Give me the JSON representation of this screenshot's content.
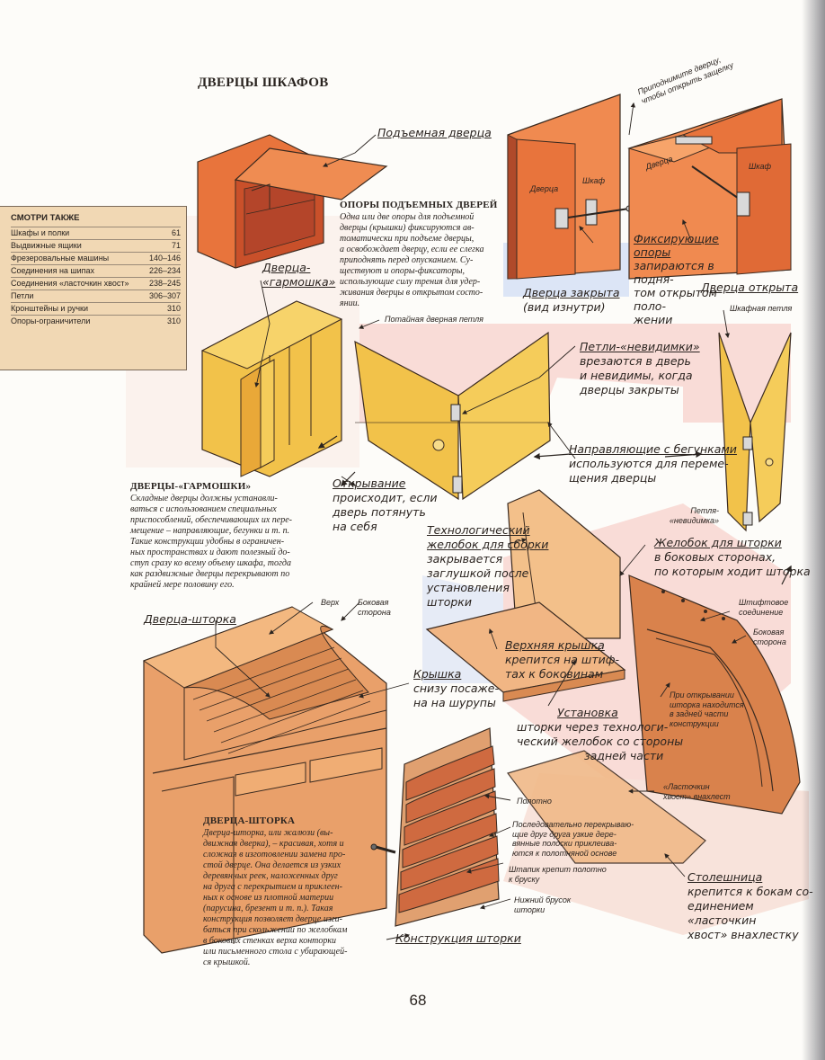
{
  "page": {
    "title": "ДВЕРЦЫ ШКАФОВ",
    "page_number": "68"
  },
  "see_also": {
    "title": "СМОТРИ ТАКЖЕ",
    "rows": [
      {
        "label": "Шкафы и полки",
        "pages": "61"
      },
      {
        "label": "Выдвижные ящики",
        "pages": "71"
      },
      {
        "label": "Фрезеровальные машины",
        "pages": "140–146"
      },
      {
        "label": "Соединения на шипах",
        "pages": "226–234"
      },
      {
        "label": "Соединения «ласточкин хвост»",
        "pages": "238–245"
      },
      {
        "label": "Петли",
        "pages": "306–307"
      },
      {
        "label": "Кронштейны и ручки",
        "pages": "310"
      },
      {
        "label": "Опоры-ограничители",
        "pages": "310"
      }
    ]
  },
  "sections": {
    "lift": {
      "heading": "ОПОРЫ ПОДЪЕМНЫХ ДВЕРЕЙ",
      "lines": [
        "Одна или две опоры для подъемной",
        "дверцы (крышки) фиксируются ав-",
        "томатически при подъеме дверцы,",
        "а освобождает дверцу, если ее слегка",
        "приподнять перед опусканием. Су-",
        "ществуют и опоры-фиксаторы,",
        "использующие силу трения для удер-",
        "живания дверцы в открытом состо-",
        "янии."
      ]
    },
    "accordion": {
      "heading": "ДВЕРЦЫ-«ГАРМОШКИ»",
      "lines": [
        "Складные дверцы должны устанавли-",
        "ваться с использованием специальных",
        "приспособлений, обеспечивающих их пере-",
        "мещение – направляющие, бегунки и т. п.",
        "Такие конструкции удобны в ограничен-",
        "ных пространствах и дают полезный до-",
        "ступ сразу ко всему объему шкафа, тогда",
        "как раздвижные дверцы перекрывают по",
        "крайней мере половину его."
      ]
    },
    "tambour": {
      "heading": "ДВЕРЦА-ШТОРКА",
      "lines": [
        "Дверца-шторка, или жалюзи (вы-",
        "движная дверка), – красивая, хотя и",
        "сложная в изготовлении замена про-",
        "стой дверце. Она делается из узких",
        "деревянных реек, наложенных друг",
        "на друга с перекрытием и приклеен-",
        "ных к основе из плотной материи",
        "(парусина, брезент и т. п.). Такая",
        "конструкция позволяет дверце изги-",
        "баться при скольжении по желобкам",
        "в боковых стенках верха конторки",
        "или письменного стола с убирающей-",
        "ся крышкой."
      ]
    }
  },
  "labels": {
    "lift_door": "Подъемная дверца",
    "lift_hint": [
      "Приподнимите дверцу,",
      "чтобы открыть защелку"
    ],
    "door_left": "Дверца",
    "cabinet_left": "Шкаф",
    "door_right": "Дверца",
    "cabinet_right": "Шкаф",
    "fixing_supports": [
      "Фиксирующие опоры",
      "запираются в подня-",
      "том открытом поло-",
      "жении"
    ],
    "door_closed": [
      "Дверца закрыта",
      "(вид изнутри)"
    ],
    "door_open": "Дверца открыта",
    "accordion_door": [
      "Дверца-",
      "«гармошка»"
    ],
    "hidden_hinge": "Потайная дверная петля",
    "cabinet_hinge": "Шкафная петля",
    "invisible_hinges": [
      "Петли-«невидимки»",
      "врезаются в дверь",
      "и невидимы, когда",
      "дверцы закрыты"
    ],
    "guides": [
      "Направляющие с бегунками",
      "используются для переме-",
      "щения дверцы"
    ],
    "opening": [
      "Открывание",
      "происходит, если",
      "дверь потянуть",
      "на себя"
    ],
    "hinge_invisible_small": [
      "Петля-",
      "«невидимка»"
    ],
    "tech_groove": [
      "Технологический",
      "желобок для сборки",
      "закрывается",
      "заглушкой после",
      "установления",
      "шторки"
    ],
    "groove_sides": [
      "Желобок для шторки",
      "в боковых сторонах,",
      "по которым ходит шторка"
    ],
    "tambour_door": "Дверца-шторка",
    "top": "Верх",
    "side_small": [
      "Боковая",
      "сторона"
    ],
    "pin_joint": [
      "Штифтовое",
      "соединение"
    ],
    "side_small_2": [
      "Боковая",
      "сторона"
    ],
    "top_cover": [
      "Верхняя крышка",
      "крепится на штиф-",
      "тах к боковинам"
    ],
    "lid": [
      "Крышка",
      "снизу посаже-",
      "на на шурупы"
    ],
    "installation": [
      "Установка",
      "шторки через технологи-",
      "ческий желобок со стороны",
      "задней части"
    ],
    "when_open": [
      "При открывании",
      "шторка находится",
      "в задней части",
      "конструкции"
    ],
    "canvas": "Полотно",
    "slats": [
      "Последовательно перекрываю-",
      "щие друг друга узкие дере-",
      "вянные полоски приклеива-",
      "ются к полотняной основе"
    ],
    "dovetail": [
      "«Ласточкин",
      "хвост» внахлест"
    ],
    "pin_fixes": [
      "Штапик крепит полотно",
      "к бруску"
    ],
    "bottom_bar": [
      "Нижний брусок",
      "шторки"
    ],
    "tabletop": [
      "Столешница",
      "крепится к бокам со-",
      "единением «ласточкин",
      "хвост» внахлестку"
    ],
    "tambour_construction": "Конструкция шторки"
  },
  "colors": {
    "orange": "#e8743c",
    "dark_orange": "#c9502a",
    "yellow": "#f2c24a",
    "peach": "#f4c9a0",
    "wood": "#d98a52",
    "box": "#f1d8b4"
  }
}
